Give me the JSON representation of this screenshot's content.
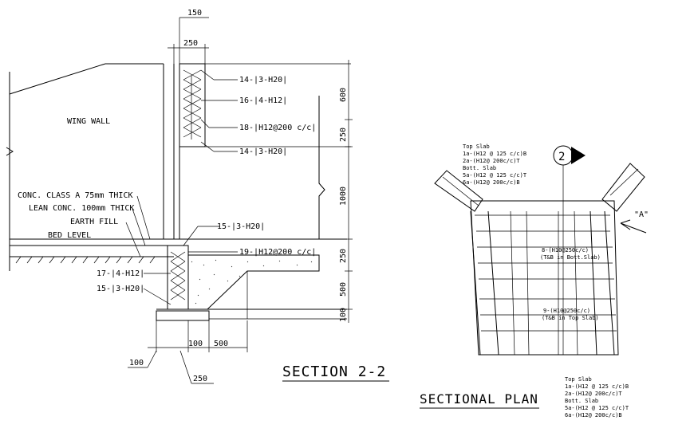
{
  "section": {
    "title": "SECTION 2-2",
    "dims": {
      "top_150": "150",
      "top_250": "250",
      "right_600": "600",
      "right_250a": "250",
      "right_1000": "1000",
      "right_250b": "250",
      "right_500": "500",
      "right_100": "100",
      "bottom_100a": "100",
      "bottom_500": "500",
      "bottom_100b": "100",
      "bottom_250": "250"
    },
    "labels": {
      "wing_wall": "WING WALL",
      "conc_class": "CONC. CLASS A 75mm THICK",
      "lean_conc": "LEAN CONC. 100mm THICK",
      "earth_fill": "EARTH FILL",
      "bed_level": "BED LEVEL"
    },
    "rebar": {
      "r14a": "14-|3-H20|",
      "r16": "16-|4-H12|",
      "r18": "18-|H12@200 c/c|",
      "r14b": "14-|3-H20|",
      "r15a": "15-|3-H20|",
      "r19": "19-|H12@200 c/c|",
      "r17": "17-|4-H12|",
      "r15b": "15-|3-H20|"
    }
  },
  "plan": {
    "title": "SECTIONAL PLAN",
    "marker": "2",
    "view_label": "\"A\"",
    "top_note": {
      "top_slab": "Top Slab",
      "l1": "1a-(H12 @ 125 c/c)B",
      "l2": "2a-(H12@ 200c/c)T",
      "bott_slab": "Bott. Slab",
      "l3": "5a-(H12 @ 125 c/c)T",
      "l4": "6a-(H12@ 200c/c)B"
    },
    "bottom_note": {
      "top_slab": "Top Slab",
      "l1": "1a-(H12 @ 125 c/c)B",
      "l2": "2a-(H12@ 200c/c)T",
      "bott_slab": "Bott. Slab",
      "l3": "5a-(H12 @ 125 c/c)T",
      "l4": "6a-(H12@ 200c/c)B"
    },
    "bar8_a": "8-(H10@250c/c)",
    "bar8_b": "(T&B in Bott.Slab)",
    "bar9_a": "9-(H10@250c/c)",
    "bar9_b": "(T&B in Top Slab)"
  },
  "colors": {
    "ink": "#000000",
    "paper": "#ffffff"
  }
}
